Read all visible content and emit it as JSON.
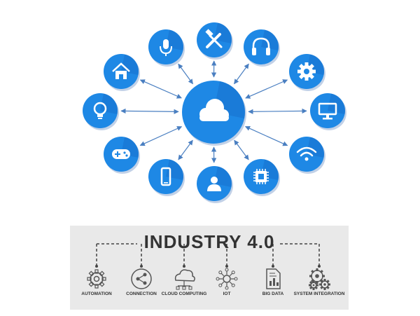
{
  "colors": {
    "node_blue": "#1e88e5",
    "node_blue_dark": "#1565c0",
    "arrow": "#4a7fc1",
    "banner_bg": "#e9e9e9",
    "banner_text": "#333333",
    "banner_icon": "#555555"
  },
  "hub": {
    "center_icon": "cloud-icon",
    "nodes": [
      {
        "name": "microphone",
        "icon": "microphone-icon"
      },
      {
        "name": "tools",
        "icon": "tools-icon"
      },
      {
        "name": "headphones",
        "icon": "headphones-icon"
      },
      {
        "name": "home",
        "icon": "home-icon"
      },
      {
        "name": "gear",
        "icon": "gear-icon"
      },
      {
        "name": "lightbulb",
        "icon": "lightbulb-icon"
      },
      {
        "name": "monitor",
        "icon": "monitor-icon"
      },
      {
        "name": "gamepad",
        "icon": "gamepad-icon"
      },
      {
        "name": "wifi",
        "icon": "wifi-icon"
      },
      {
        "name": "smartphone",
        "icon": "smartphone-icon"
      },
      {
        "name": "user",
        "icon": "user-icon"
      },
      {
        "name": "chip",
        "icon": "chip-icon"
      }
    ]
  },
  "banner": {
    "title": "INDUSTRY 4.0",
    "items": [
      {
        "label": "AUTOMATION",
        "icon": "automation-gear-icon"
      },
      {
        "label": "CONNECTION",
        "icon": "share-icon"
      },
      {
        "label": "CLOUD COMPUTING",
        "icon": "cloud-network-icon"
      },
      {
        "label": "IOT",
        "icon": "iot-hub-icon"
      },
      {
        "label": "BIG DATA",
        "icon": "document-chart-icon"
      },
      {
        "label": "SYSTEM INTEGRATION",
        "icon": "gears-icon"
      }
    ]
  }
}
